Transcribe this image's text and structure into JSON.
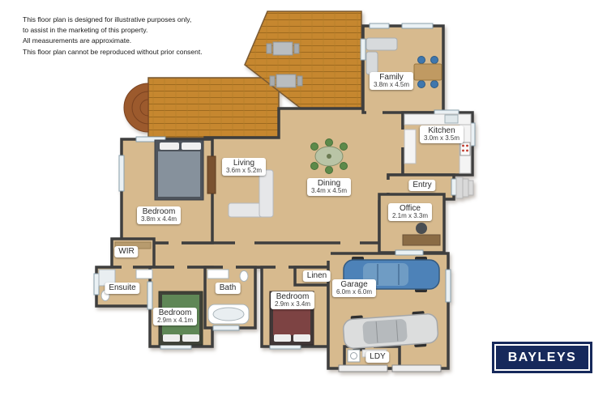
{
  "disclaimer": {
    "lines": [
      "This floor plan is designed for illustrative purposes only,",
      "to assist in the marketing of this property.",
      "All measurements are approximate.",
      "This floor plan cannot be reproduced without prior consent."
    ]
  },
  "rooms": [
    {
      "id": "family",
      "name": "Family",
      "dims": "3.8m x 4.5m"
    },
    {
      "id": "kitchen",
      "name": "Kitchen",
      "dims": "3.0m x 3.5m"
    },
    {
      "id": "entry",
      "name": "Entry",
      "dims": ""
    },
    {
      "id": "office",
      "name": "Office",
      "dims": "2.1m x 3.3m"
    },
    {
      "id": "living",
      "name": "Living",
      "dims": "3.6m x 5.2m"
    },
    {
      "id": "dining",
      "name": "Dining",
      "dims": "3.4m x 4.5m"
    },
    {
      "id": "bedroom-1",
      "name": "Bedroom",
      "dims": "3.8m x 4.4m"
    },
    {
      "id": "wir",
      "name": "WIR",
      "dims": ""
    },
    {
      "id": "ensuite",
      "name": "Ensuite",
      "dims": ""
    },
    {
      "id": "bedroom-2",
      "name": "Bedroom",
      "dims": "2.9m x 4.1m"
    },
    {
      "id": "bath",
      "name": "Bath",
      "dims": ""
    },
    {
      "id": "bedroom-3",
      "name": "Bedroom",
      "dims": "2.9m x 3.4m"
    },
    {
      "id": "linen",
      "name": "Linen",
      "dims": ""
    },
    {
      "id": "garage",
      "name": "Garage",
      "dims": "6.0m x 6.0m"
    },
    {
      "id": "ldy",
      "name": "LDY",
      "dims": ""
    }
  ],
  "logo": {
    "brand": "BAYLEYS"
  },
  "colors": {
    "floor": "#d7ba8e",
    "wall": "#3e3e3e",
    "deck": "#c6872f",
    "deck_line": "#9e6a1f",
    "window": "#eaf1f4",
    "logo_navy": "#16295b",
    "car_blue": "#4d82b8",
    "car_silver": "#dcdddd"
  }
}
